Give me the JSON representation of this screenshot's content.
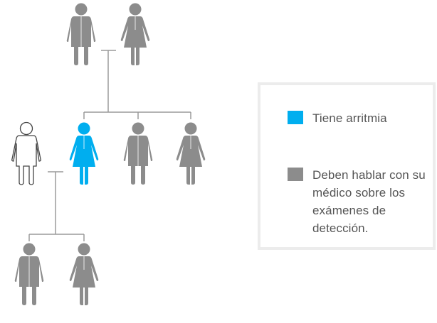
{
  "colors": {
    "affected": "#00aeef",
    "at_risk": "#8c8c8c",
    "self_outline": "#444444",
    "connector": "#9a9a9a"
  },
  "family": {
    "grandparents": [
      {
        "sex": "male",
        "status": "at_risk"
      },
      {
        "sex": "female",
        "status": "at_risk"
      }
    ],
    "self": {
      "sex": "male",
      "status": "self"
    },
    "siblings": [
      {
        "sex": "female",
        "status": "affected"
      },
      {
        "sex": "male",
        "status": "at_risk"
      },
      {
        "sex": "female",
        "status": "at_risk"
      }
    ],
    "children": [
      {
        "sex": "male",
        "status": "at_risk"
      },
      {
        "sex": "female",
        "status": "at_risk"
      }
    ]
  },
  "legend": {
    "affected_label": "Tiene arritmia",
    "at_risk_label": "Deben hablar con su médico sobre los exámenes de detección."
  }
}
